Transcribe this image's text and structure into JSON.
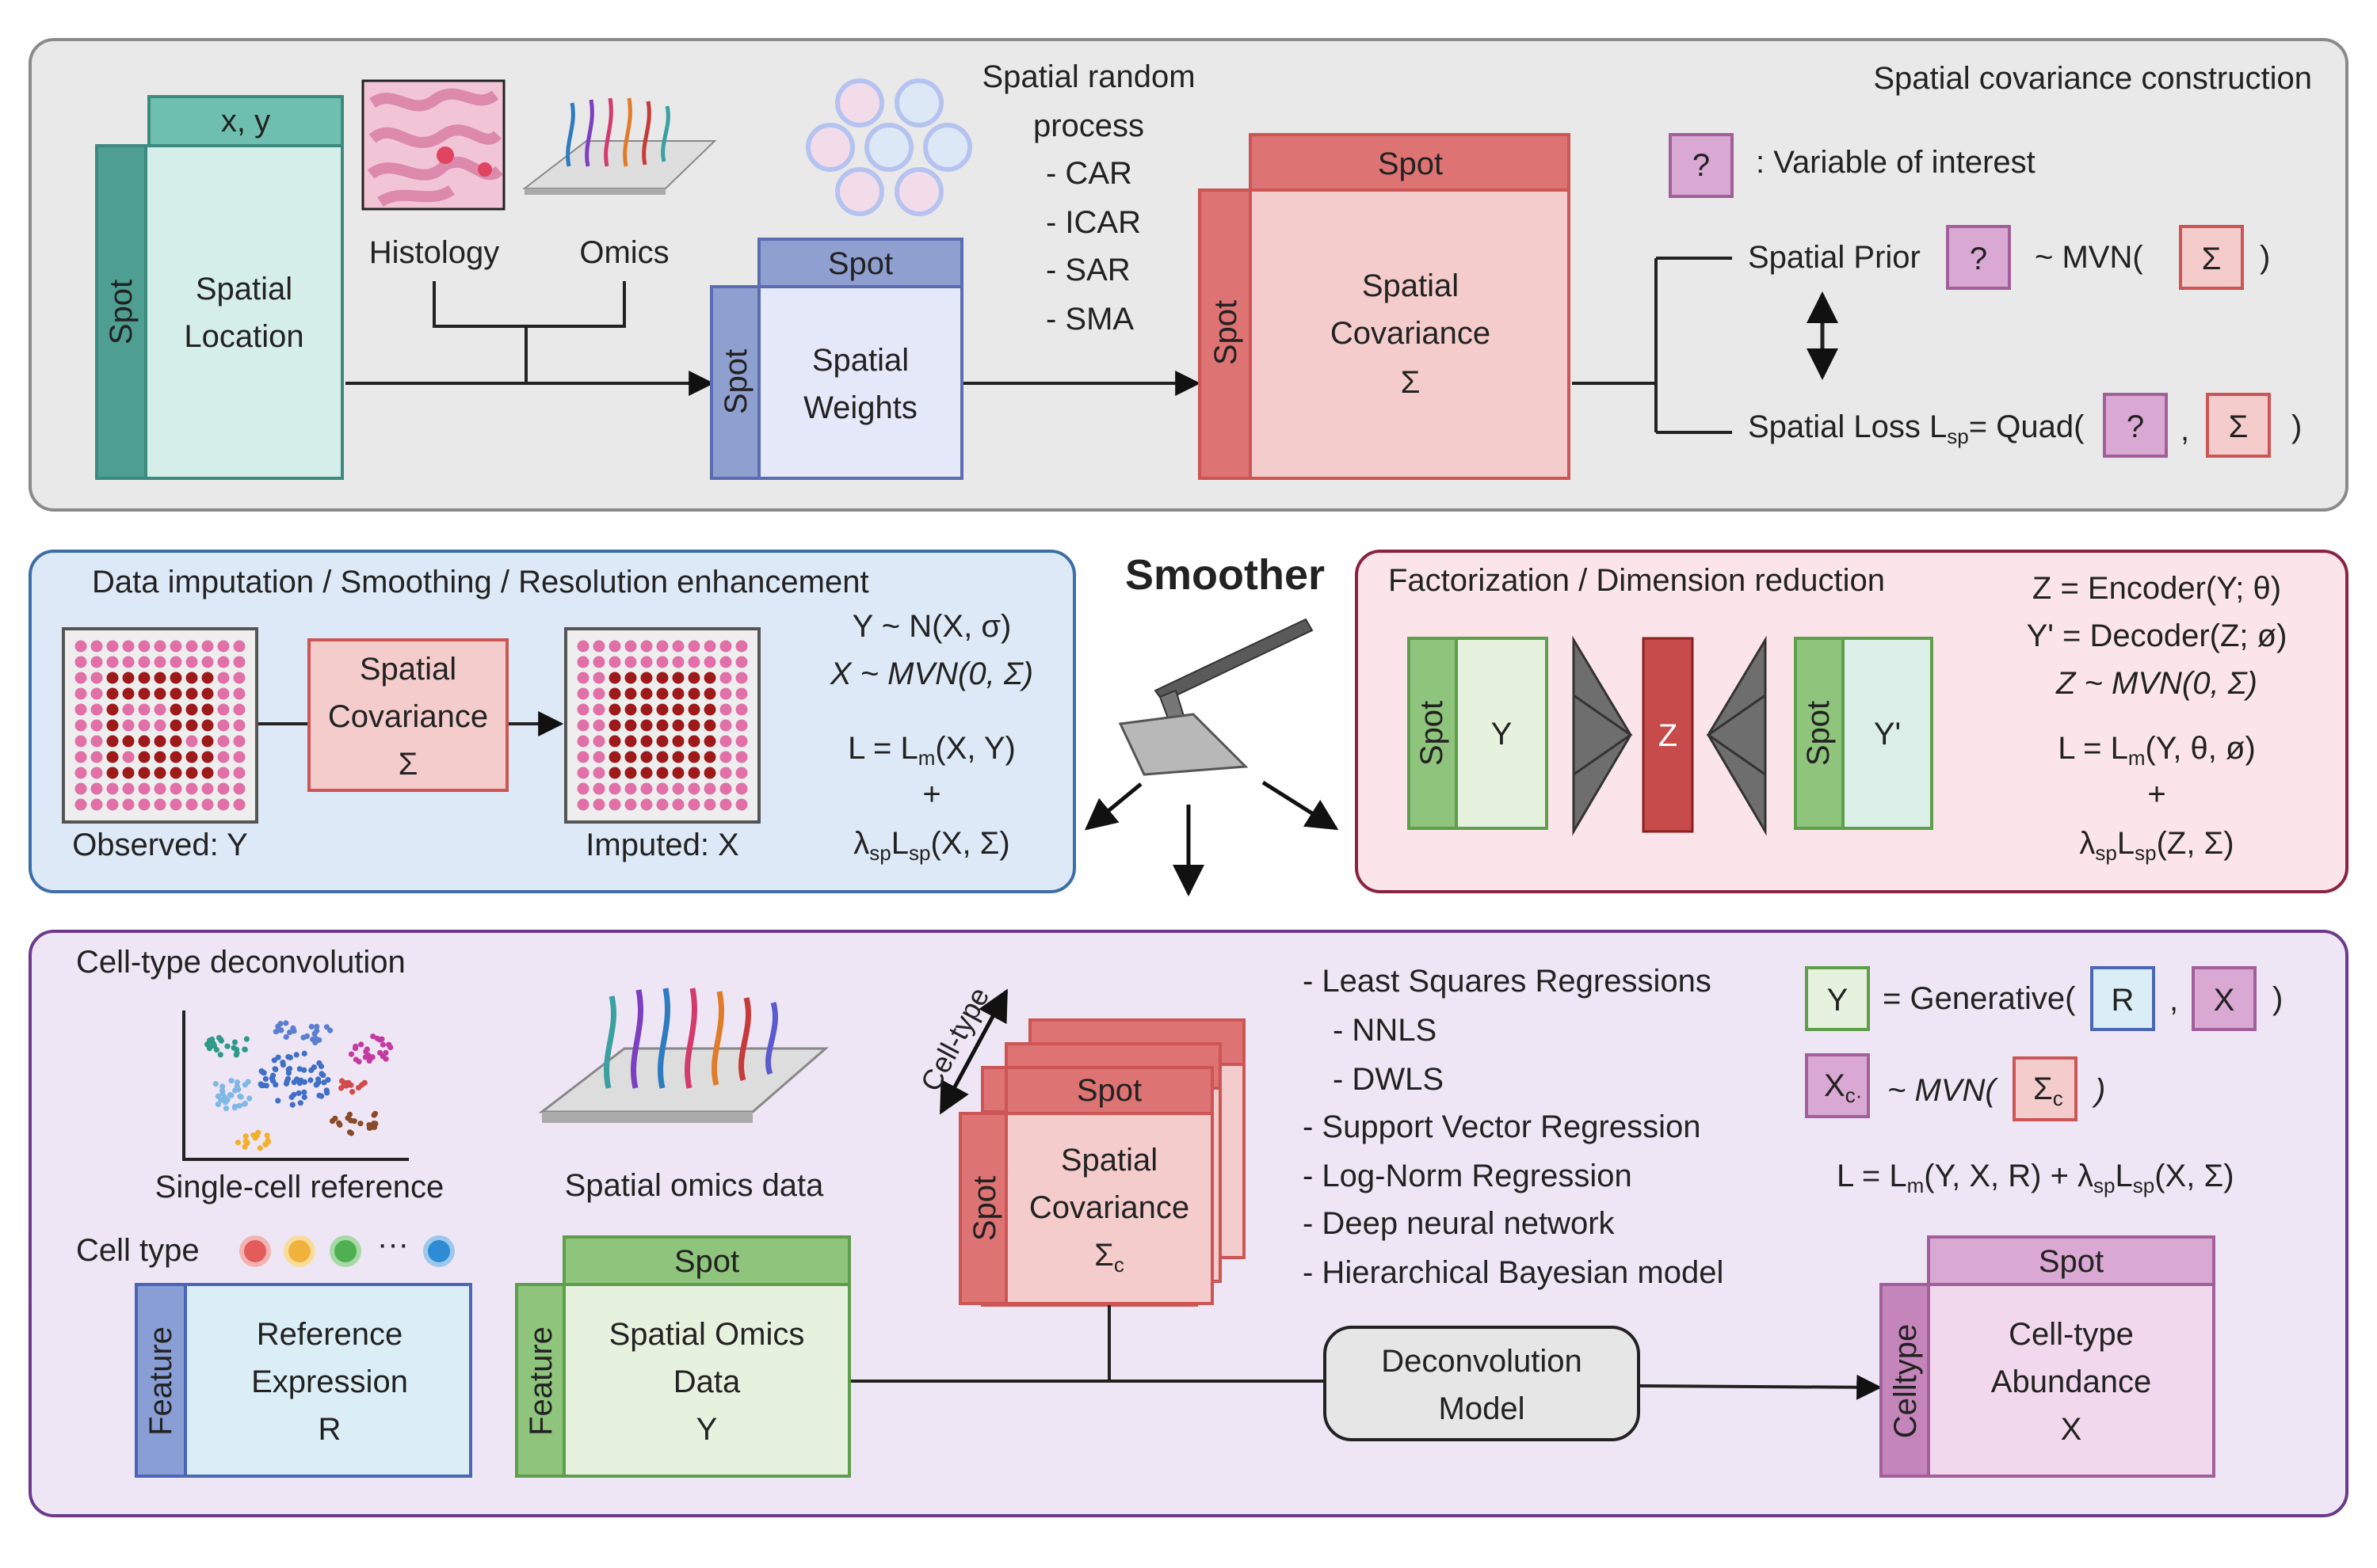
{
  "title": "Smoother",
  "top_panel": {
    "title": "Spatial covariance construction",
    "location": {
      "header": "x, y",
      "side": "Spot",
      "line1": "Spatial",
      "line2": "Location"
    },
    "histology_label": "Histology",
    "omics_label": "Omics",
    "weights": {
      "header": "Spot",
      "side": "Spot",
      "line1": "Spatial",
      "line2": "Weights"
    },
    "random_process": {
      "line1": "Spatial random",
      "line2": "process",
      "items": [
        "- CAR",
        "- ICAR",
        "- SAR",
        "- SMA"
      ]
    },
    "covariance": {
      "header": "Spot",
      "side": "Spot",
      "line1": "Spatial",
      "line2": "Covariance",
      "line3": "Σ"
    },
    "legend_box": "?",
    "legend_text": ": Variable of interest",
    "prior_label": "Spatial Prior",
    "prior_var": "?",
    "prior_dist": "~  MVN(",
    "prior_sigma": "Σ",
    "prior_close": ")",
    "loss_label": "Spatial Loss L",
    "loss_sub": "sp",
    "loss_eq": "= Quad(",
    "loss_var": "?",
    "loss_comma": ",",
    "loss_sigma": "Σ",
    "loss_close": ")"
  },
  "left_panel": {
    "title": "Data imputation / Smoothing / Resolution enhancement",
    "observed_label": "Observed: Y",
    "imputed_label": "Imputed: X",
    "cov": {
      "line1": "Spatial",
      "line2": "Covariance",
      "line3": "Σ"
    },
    "eq1": "Y ~ N(X, σ)",
    "eq2": "X ~ MVN(0, Σ)",
    "eq3_pre": "L = L",
    "eq3_sub": "m",
    "eq3_post": "(X, Y)",
    "plus": "+",
    "eq4_a": "λ",
    "eq4_sub1": "sp",
    "eq4_b": "L",
    "eq4_sub2": "sp",
    "eq4_c": "(X, Σ)"
  },
  "right_panel": {
    "title": "Factorization / Dimension reduction",
    "y_side": "Spot",
    "y_label": "Y",
    "z_label": "Z",
    "yp_side": "Spot",
    "yp_label": "Y'",
    "eq1": "Z = Encoder(Y; θ)",
    "eq2": "Y' = Decoder(Z; ø)",
    "eq3": "Z ~ MVN(0, Σ)",
    "eq4_pre": "L = L",
    "eq4_sub": "m",
    "eq4_post": "(Y, θ, ø)",
    "plus": "+",
    "eq5_a": "λ",
    "eq5_sub1": "sp",
    "eq5_b": "L",
    "eq5_sub2": "sp",
    "eq5_c": "(Z, Σ)"
  },
  "bottom_panel": {
    "title": "Cell-type deconvolution",
    "sc_label": "Single-cell reference",
    "st_label": "Spatial omics data",
    "celltype_label": "Cell type",
    "celltype_dots": "···",
    "reference": {
      "side": "Feature",
      "line1": "Reference",
      "line2": "Expression",
      "line3": "R"
    },
    "omics": {
      "header": "Spot",
      "side": "Feature",
      "line1": "Spatial Omics",
      "line2": "Data",
      "line3": "Y"
    },
    "stack": {
      "arrow_label": "Cell-type",
      "header": "Spot",
      "side": "Spot",
      "line1": "Spatial",
      "line2": "Covariance",
      "line3": "Σ",
      "line3_sub": "c"
    },
    "methods": [
      "- Least Squares Regressions",
      "- NNLS",
      "- DWLS",
      "- Support Vector Regression",
      "- Log-Norm Regression",
      "- Deep neural network",
      "- Hierarchical Bayesian model"
    ],
    "model": {
      "line1": "Deconvolution",
      "line2": "Model"
    },
    "abundance": {
      "header": "Spot",
      "side": "Celltype",
      "line1": "Cell-type",
      "line2": "Abundance",
      "line3": "X"
    },
    "gen_y": "Y",
    "gen_eq": "= Generative(",
    "gen_r": "R",
    "gen_comma": ",",
    "gen_x": "X",
    "gen_close": ")",
    "xc_main": "X",
    "xc_sub": "c·",
    "xc_dist": "~ MVN(",
    "xc_sigma": "Σ",
    "xc_sigma_sub": "c",
    "xc_close": ")",
    "loss_a": "L = L",
    "loss_sub1": "m",
    "loss_b": "(Y, X, R) + λ",
    "loss_sub2": "sp",
    "loss_c": "L",
    "loss_sub3": "sp",
    "loss_d": "(X, Σ)"
  },
  "colors": {
    "teal": "#4e9e92",
    "teal_fill": "#d6eee9",
    "teal_header": "#6fbfb1",
    "blue_side": "#8f9fd0",
    "blue_fill": "#e4e8f8",
    "red_side": "#de7373",
    "red_fill": "#f5cccc",
    "red_stroke": "#cc5555",
    "green_side": "#8fc47c",
    "green_fill": "#e6f1de",
    "green_stroke": "#5e9e4c",
    "purple_side": "#c486ba",
    "purple_fill": "#f1d8ec",
    "purple_stroke": "#a1609a",
    "lightblue_fill": "#dbeef6",
    "ref_side": "#8a9ed6",
    "ref_stroke": "#4a66b4",
    "panel_gray": "#e9e9e9",
    "panel_blue": "#dde9f6",
    "panel_pink": "#fbe5ea",
    "panel_lavender": "#efe6f5"
  }
}
